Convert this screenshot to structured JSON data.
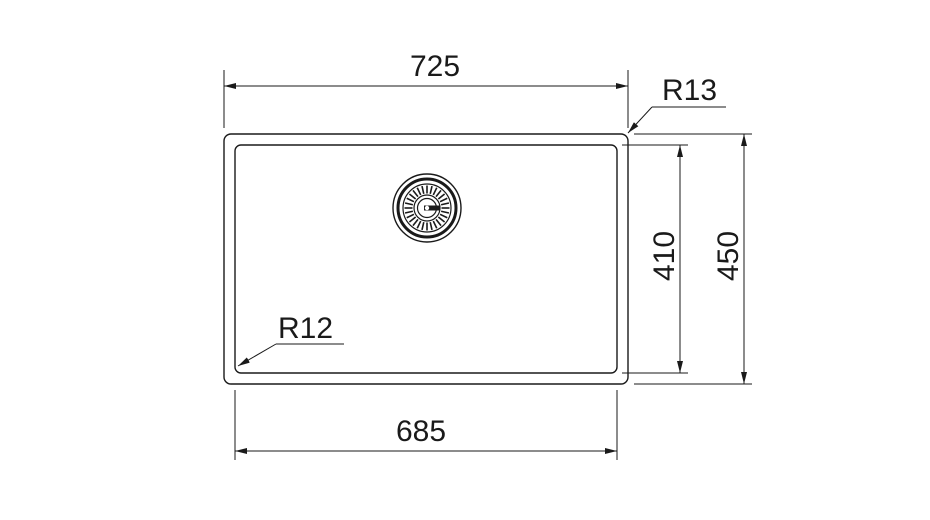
{
  "dimensions": {
    "outer_width": "725",
    "inner_width": "685",
    "inner_height": "410",
    "outer_height": "450",
    "outer_radius": "R13",
    "inner_radius": "R12"
  },
  "colors": {
    "line": "#1a1a1a",
    "background": "#ffffff"
  }
}
